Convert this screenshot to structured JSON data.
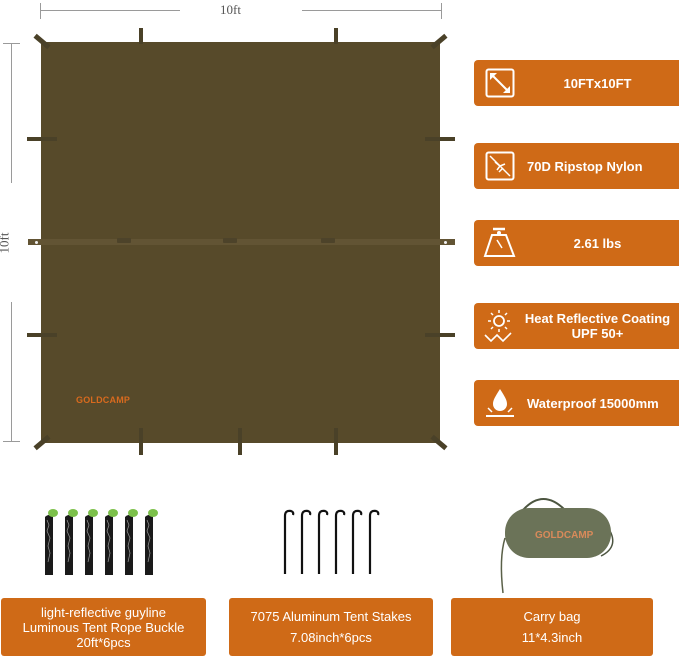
{
  "diagram": {
    "width_label": "10ft",
    "height_label": "10ft",
    "brand_logo": "GOLDCAMP",
    "tarp_color": "#574a2a"
  },
  "features": [
    {
      "icon": "resize-diagonal-icon",
      "label": "10FTx10FT"
    },
    {
      "icon": "ripstop-fabric-icon",
      "label": "70D Ripstop Nylon"
    },
    {
      "icon": "weight-scale-icon",
      "label": "2.61 lbs"
    },
    {
      "icon": "sun-reflect-icon",
      "label_line1": "Heat Reflective Coating",
      "label_line2": "UPF 50+"
    },
    {
      "icon": "water-drop-icon",
      "label": "Waterproof 15000mm"
    }
  ],
  "accessories": [
    {
      "name": "guylines",
      "line1": "light-reflective guyline",
      "line2": "Luminous Tent Rope Buckle",
      "line3": "20ft*6pcs"
    },
    {
      "name": "stakes",
      "line1": "7075 Aluminum Tent Stakes",
      "line2": "7.08inch*6pcs"
    },
    {
      "name": "carry-bag",
      "line1": "Carry bag",
      "line2": "11*4.3inch",
      "bag_logo": "GOLDCAMP"
    }
  ],
  "colors": {
    "accent": "#cf6a17",
    "tarp": "#574a2a",
    "bag": "#6b7358"
  }
}
